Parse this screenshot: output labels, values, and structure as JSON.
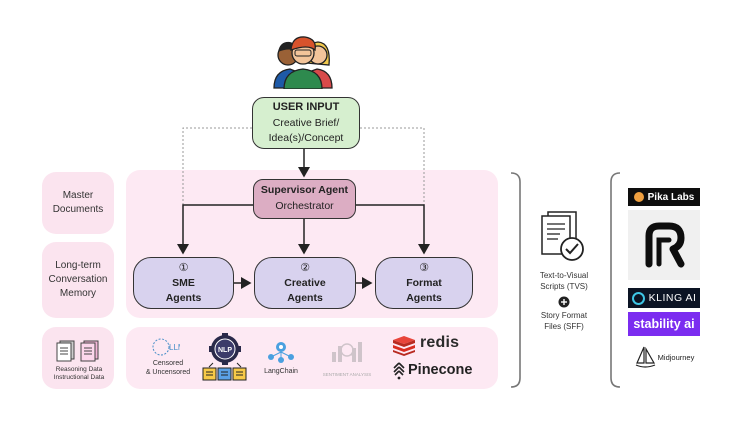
{
  "user_input": {
    "title": "USER INPUT",
    "line1": "Creative Brief/",
    "line2": "Idea(s)/Concept"
  },
  "supervisor": {
    "title": "Supervisor Agent",
    "subtitle": "Orchestrator"
  },
  "agents": [
    {
      "num": "①",
      "line1": "SME",
      "line2": "Agents"
    },
    {
      "num": "②",
      "line1": "Creative",
      "line2": "Agents"
    },
    {
      "num": "③",
      "line1": "Format",
      "line2": "Agents"
    }
  ],
  "left_boxes": {
    "master": {
      "line1": "Master",
      "line2": "Documents"
    },
    "memory": {
      "line1": "Long-term",
      "line2": "Conversation",
      "line3": "Memory"
    },
    "data": {
      "line1": "Reasoning Data",
      "line2": "Instructional Data"
    }
  },
  "tools": {
    "llm": {
      "icon_text": "LLM",
      "line1": "Censored",
      "line2": "& Uncensored"
    },
    "nlp": {
      "icon_text": "NLP"
    },
    "langchain": {
      "label": "LangChain"
    },
    "sentiment": {
      "label": "SENTIMENT ANALYSIS"
    },
    "redis": {
      "label": "redis"
    },
    "pinecone": {
      "label": "Pinecone"
    }
  },
  "output": {
    "line1": "Text-to-Visual",
    "line2": "Scripts (TVS)",
    "plus": "+",
    "line3": "Story Format",
    "line4": "Files (SFF)"
  },
  "brands": {
    "pika": "Pika Labs",
    "kling": "KLING AI",
    "stability": "stability ai",
    "midjourney": "Midjourney"
  },
  "colors": {
    "panel": "#fde9f3",
    "user_input": "#d6efcf",
    "supervisor": "#dcadc3",
    "agent": "#d8d2ee",
    "redis": "#d82c20",
    "stability": "#7b2cf0",
    "kling_bg": "#0c1424"
  }
}
